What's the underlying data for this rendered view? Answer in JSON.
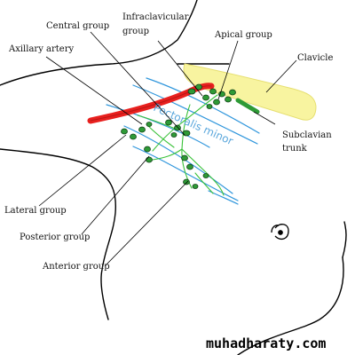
{
  "labels": {
    "central_group": "Central group",
    "infraclavicular_line1": "Infraclavicular",
    "infraclavicular_line2": "group",
    "axillary_artery": "Axillary artery",
    "apical_group": "Apical group",
    "clavicle": "Clavicle",
    "subclavian_line1": "Subclavian",
    "subclavian_line2": "trunk",
    "lateral_group": "Lateral group",
    "posterior_group": "Posterior group",
    "anterior_group": "Anterior group",
    "pectoralis_minor": "Pectoralis minor"
  },
  "watermark": "muhadharaty.com",
  "colors": {
    "artery": "#e8201e",
    "clavicle": "#f8f4a0",
    "lymph_vessel": "#3ac23a",
    "lymph_node": "#2e9a36",
    "muscle_lines": "#2f96dc",
    "outline": "#000000"
  }
}
